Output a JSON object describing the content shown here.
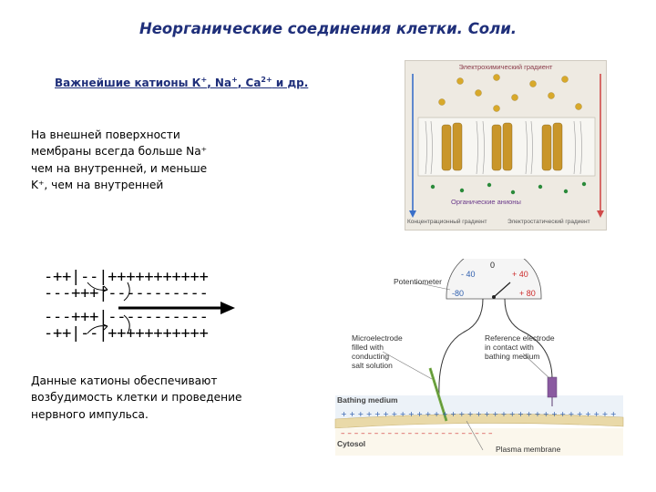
{
  "slide": {
    "title": "Неорганические соединения клетки. Соли.",
    "subtitle_prefix": "Важнейшие катионы К",
    "subtitle_sup1": "+",
    "subtitle_mid1": ", Na",
    "subtitle_sup2": "+",
    "subtitle_mid2": ", Са",
    "subtitle_sup3": "2+",
    "subtitle_suffix": " и др.",
    "paragraph1": "  На внешней поверхности\nмембраны всегда больше Na⁺\nчем на внутренней, и меньше\nK⁺, чем на внутренней",
    "paragraph2": "  Данные катионы обеспечивают\nвозбудимость клетки и проведение\nнервного импульса."
  },
  "electrochem_figure": {
    "gradient_title": "Электрохимический градиент",
    "anions_label": "Органические анионы",
    "bottom_left_label": "Концентрационный градиент",
    "bottom_right_label": "Электростатический градиент",
    "colors": {
      "left_arrow": "#3a6fc9",
      "right_arrow": "#d04a4a",
      "ion": "#d8a92b",
      "channel": "#c9962a",
      "anion": "#2a8a3a"
    }
  },
  "membrane_diagram": {
    "row1": "-++|--|+++++++++++",
    "row2": "---+++|-----------",
    "row3": "---+++|-----------",
    "row4": "-++|--|+++++++++++"
  },
  "potentiometer_figure": {
    "potentiometer_label": "Potentiometer",
    "scale_0": "0",
    "scale_neg40": "- 40",
    "scale_pos40": "+ 40",
    "scale_neg80": "-80",
    "scale_pos80": "+ 80",
    "microelectrode_label": "Microelectrode\nfilled with\nconducting\nsalt solution",
    "reference_label": "Reference electrode\nin contact with\nbathing medium",
    "bathing_label": "Bathing medium",
    "cytosol_label": "Cytosol",
    "membrane_label": "Plasma membrane",
    "colors": {
      "membrane": "#e9d9a8",
      "bath": "#ecf2f8",
      "needle": "#7ab04a",
      "ref": "#8a5aa0"
    }
  }
}
